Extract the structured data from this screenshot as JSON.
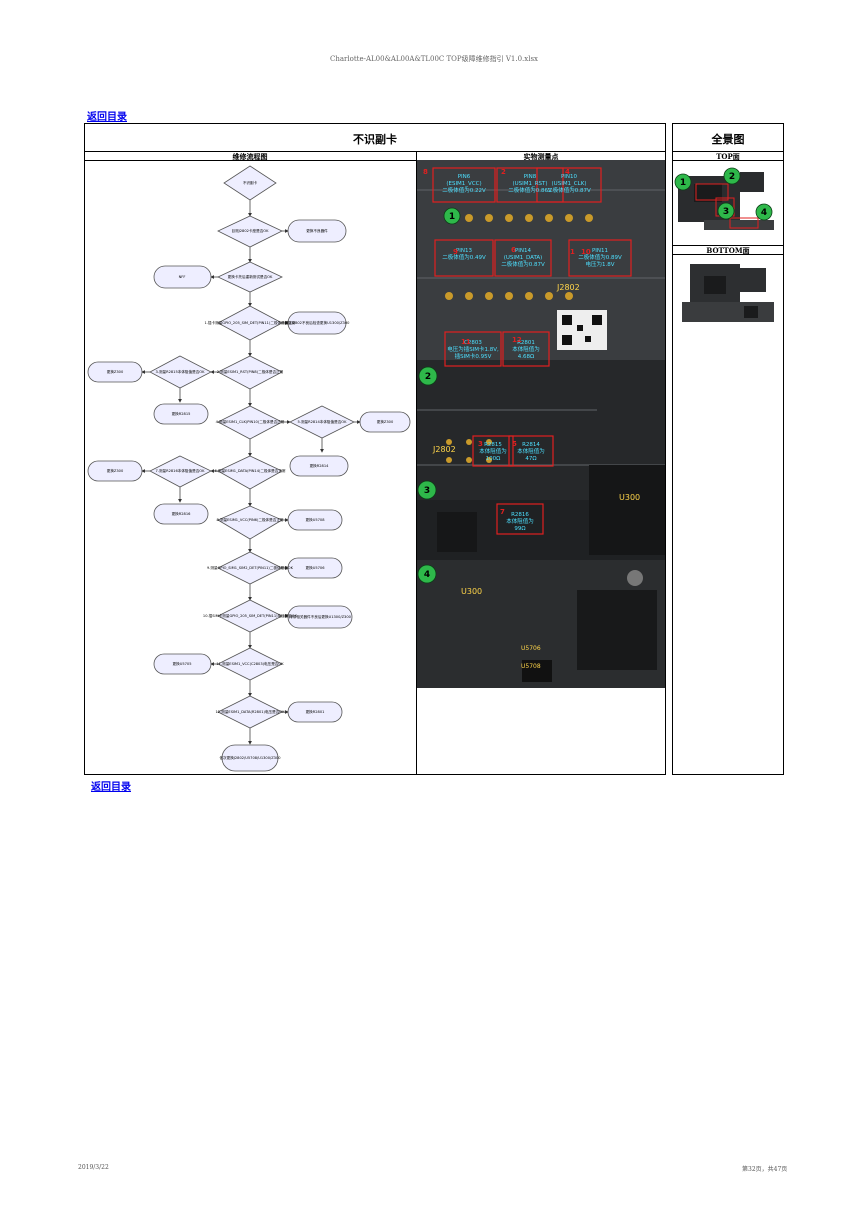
{
  "header": {
    "file_title": "Charlotte-AL00&AL00A&TL00C TOP级障维修指引 V1.0.xlsx"
  },
  "nav": {
    "back_top": "返回目录",
    "back_bottom": "返回目录"
  },
  "main": {
    "title": "不识副卡",
    "flow_header": "维修流程图",
    "photo_header": "实物测量点"
  },
  "side": {
    "title": "全景图",
    "top_label": "TOP面",
    "bottom_label": "BOTTOM面"
  },
  "flow": {
    "start": "不识副卡",
    "d1": "目测J2802卡座是否OK",
    "r1": "更换不良器件",
    "d2": "更换卡托后重新测试是否OK",
    "l2": "NFF",
    "d3": "1.插卡测量GPIO_205_SIM_DET(PIN11)二极体是否正常",
    "r3": "排除J2802不良后检查更换U1300/Z300",
    "d4": "2.测量ESIM1_RST(PIN8)二极体是否正常",
    "d4b": "3.测量R2815本体阻值是否OK",
    "l4": "更换Z300",
    "l5": "更换R2815",
    "d6": "4.测量ESIM1_CLK(PIN10)二极体是否正常",
    "d6b": "5.测量R2814本体阻值是否OK",
    "r6": "更换Z300",
    "r7": "更换R2814",
    "d8": "6.测量ESIM1_DATA(PIN14)二极体是否正常",
    "d8b": "7.测量R2816本体阻值是否OK",
    "l8": "更换Z300",
    "l9": "更换R2816",
    "d10": "8.测量ESIM1_VCC(PIN6)二极体是否正常",
    "r10": "更换U5708",
    "d11": "9.测量GPIO_SIM1_SIM2_DET(PIN11)二极体是否OK",
    "r11": "更换U5706",
    "d12": "10.插SIM卡测量GPIO_205_SIM_DET(PIN11)电压是否OK",
    "r12": "排除相关器件不良后更换U1300/Z300",
    "d13": "11.测量ESIM1_VCC(C2803)电压是否OK",
    "l13": "更换U5705",
    "d14": "12.测量ESIM1_DATA(R2801)电压是否OK",
    "r14": "更换R2801",
    "end": "依次更换J2802/U5708/U1300/Z300"
  },
  "photo": {
    "labels": {
      "pin6": "PIN6\n(ESIM1_VCC)\n二极体值为0.22V",
      "pin8": "PIN8\n(USIM1_RST)\n二极体值为0.86V",
      "pin10": "PIN10\n(USIM1_CLK)\n二极体值为0.87V",
      "pin13": "PIN13\n二极体值为0.49V",
      "pin14": "PIN14\n(USIM1_DATA)\n二极体值为0.87V",
      "pin11": "PIN11\n二极体值为0.89V\n电压为1.8V",
      "c2803": "C2803\n电压为插SIM卡1.8V,\n插SIM卡0.95V",
      "r2801": "R2801\n本体阻值为\n4.68Ω",
      "r2815": "R2815\n本体阻值为\n100Ω",
      "r2814": "R2814\n本体阻值为\n47Ω",
      "r2816": "R2816\n本体阻值为\n99Ω"
    },
    "connector": "J2802",
    "connector2": "J2802",
    "chip1": "U300",
    "chip2": "U300",
    "u5706": "U5706",
    "u5708": "U5708",
    "circles": [
      "1",
      "2",
      "3",
      "4"
    ],
    "steps": {
      "s1": "1",
      "s2": "2",
      "s3": "3",
      "s4": "4",
      "s5": "5",
      "s6": "6",
      "s7": "7",
      "s8": "8",
      "s9": "9",
      "s10": "10",
      "s11": "11",
      "s12": "12"
    }
  },
  "footer": {
    "date": "2019/3/22",
    "page": "第32页，共47页"
  }
}
